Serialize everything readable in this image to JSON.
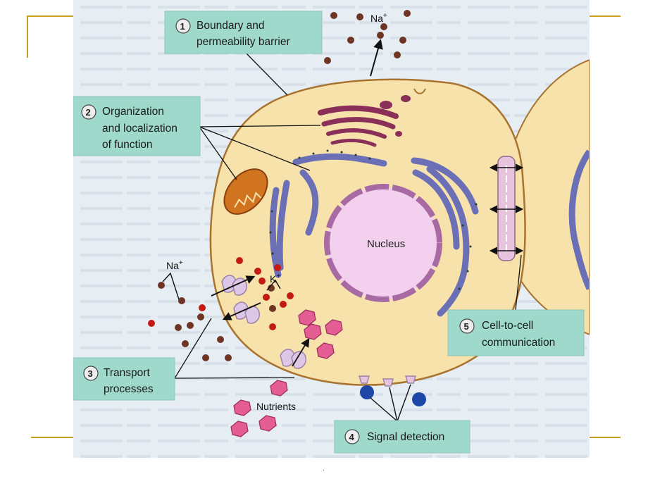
{
  "callouts": {
    "c1": {
      "num": "1",
      "line1": "Boundary and",
      "line2": "permeability barrier"
    },
    "c2": {
      "num": "2",
      "line1": "Organization",
      "line2": "and localization",
      "line3": "of function"
    },
    "c3": {
      "num": "3",
      "line1": "Transport",
      "line2": "processes"
    },
    "c4": {
      "num": "4",
      "line1": "Signal detection"
    },
    "c5": {
      "num": "5",
      "line1": "Cell-to-cell",
      "line2": "communication"
    }
  },
  "labels": {
    "nucleus": "Nucleus",
    "na_ion": "Na",
    "k_ion": "K",
    "ion_charge": "+",
    "nutrients": "Nutrients"
  },
  "footer": {
    "mark": "."
  },
  "colors": {
    "page_bg": "#ffffff",
    "photo_bg": "#e6eef4",
    "cell_fill": "#f7e2ab",
    "cell_stroke": "#a8732f",
    "nucleus_fill": "#f3d0ee",
    "nucleus_wall": "#a86aa3",
    "er_blue": "#6b6fb6",
    "golgi": "#8a2f57",
    "mito": "#d0741f",
    "callout_bg": "#9fd9cb",
    "callout_border": "#8fc7b9",
    "na_dot": "#6e3524",
    "k_dot": "#c41a14",
    "nutrient": "#e45e93",
    "receptor": "#e8c3de",
    "signal_blue": "#1d46a6",
    "accent_gold": "#c8a020"
  },
  "icons": [
    "number-badge-icon",
    "arrow-icon",
    "ion-dot-icon",
    "nutrient-hexagon-icon",
    "transport-protein-icon",
    "receptor-icon"
  ]
}
